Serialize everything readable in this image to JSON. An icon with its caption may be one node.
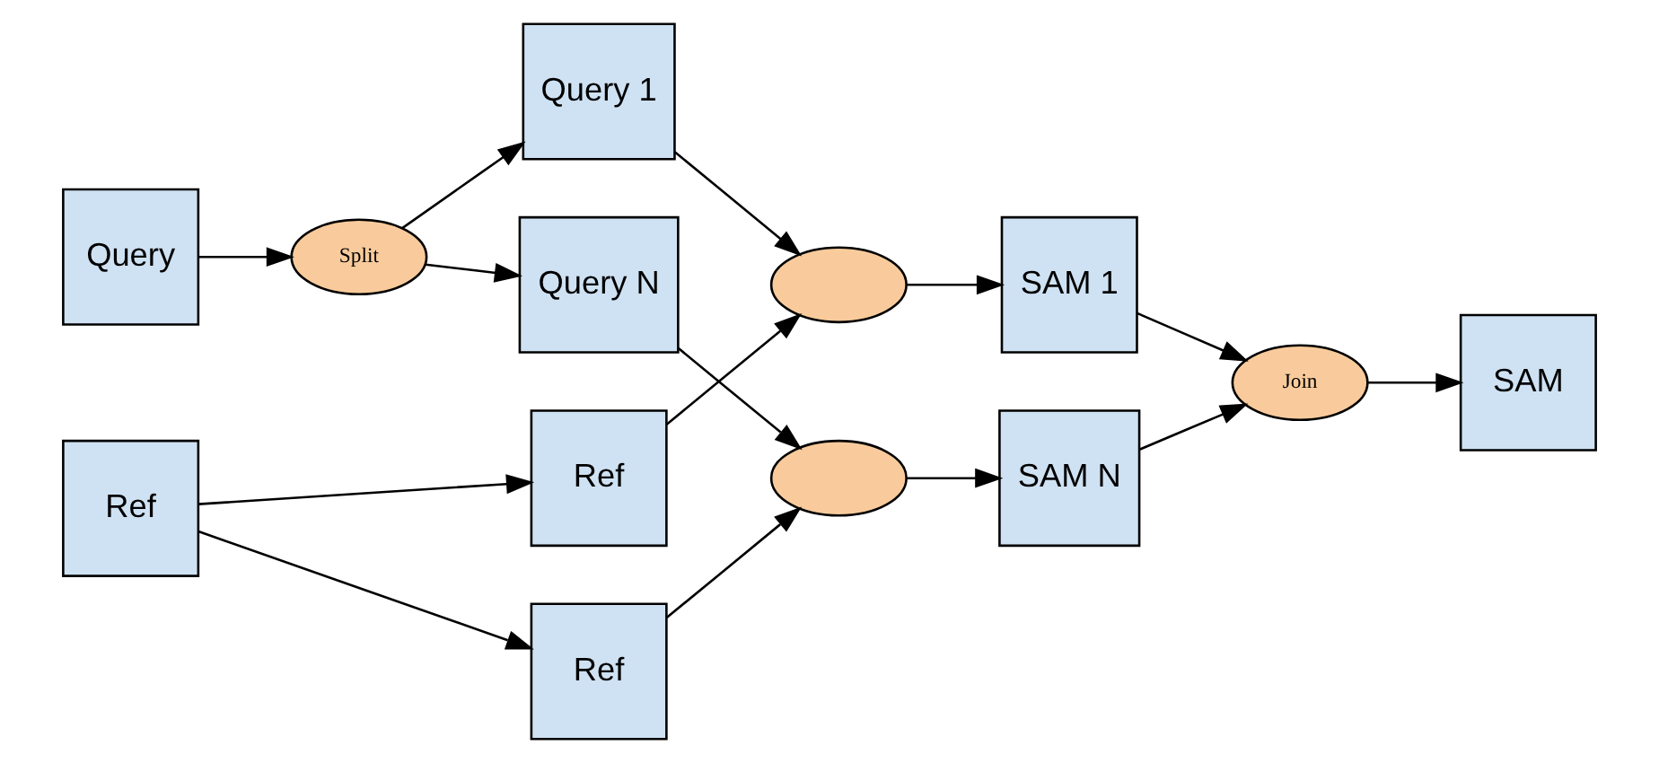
{
  "diagram": {
    "nodes": [
      {
        "text": [
          "Query"
        ]
      },
      {
        "text": [
          "Ref"
        ]
      },
      {
        "text": [
          "Split"
        ]
      },
      {
        "text": [
          "Query 1"
        ]
      },
      {
        "text": [
          "Ref"
        ]
      },
      {
        "text": [
          "Query N"
        ]
      },
      {
        "text": [
          "Ref"
        ]
      },
      {
        "text": [],
        "shape": "ellipse"
      },
      {
        "text": [],
        "shape": "ellipse"
      },
      {
        "text": [
          "SAM 1"
        ]
      },
      {
        "text": [
          "SAM N"
        ]
      },
      {
        "text": [
          "Join"
        ]
      },
      {
        "text": [
          "SAM"
        ]
      }
    ],
    "edges": [
      {
        "from": 0,
        "to": 2,
        "arrow": "to"
      },
      {
        "from": 2,
        "to": 3,
        "arrow": "to"
      },
      {
        "from": 2,
        "to": 5,
        "arrow": "to"
      },
      {
        "from": 1,
        "to": 4,
        "arrow": "to"
      },
      {
        "from": 1,
        "to": 6,
        "arrow": "to"
      },
      {
        "from": 3,
        "to": 7,
        "arrow": "to"
      },
      {
        "from": 4,
        "to": 7,
        "arrow": "to"
      },
      {
        "from": 5,
        "to": 8,
        "arrow": "to"
      },
      {
        "from": 6,
        "to": 8,
        "arrow": "to"
      },
      {
        "from": 7,
        "to": 9,
        "arrow": "to"
      },
      {
        "from": 8,
        "to": 10,
        "arrow": "to"
      },
      {
        "from": 9,
        "to": 11,
        "arrow": "to"
      },
      {
        "from": 10,
        "to": 11,
        "arrow": "to"
      },
      {
        "from": 11,
        "to": 12,
        "arrow": "to"
      }
    ]
  }
}
